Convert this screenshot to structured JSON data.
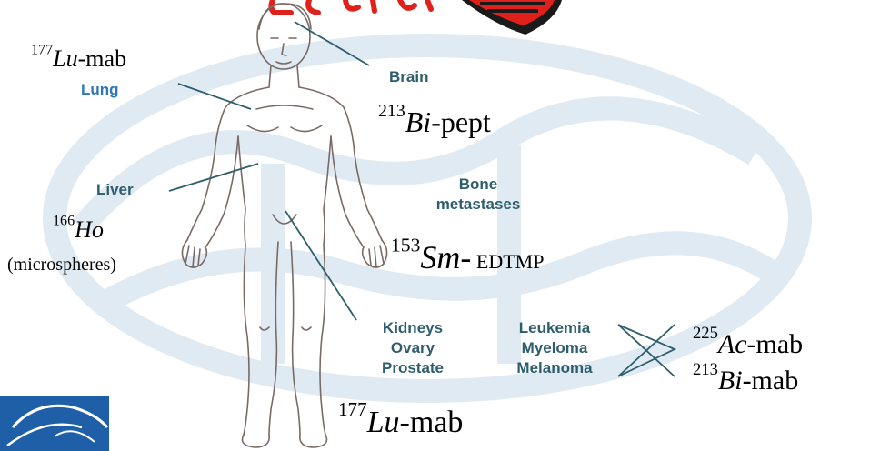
{
  "organs": {
    "brain": "Brain",
    "lung": "Lung",
    "liver": "Liver",
    "bone_line1": "Bone",
    "bone_line2": "metastases",
    "kidneys": "Kidneys",
    "ovary": "Ovary",
    "prostate": "Prostate",
    "leukemia": "Leukemia",
    "myeloma": "Myeloma",
    "melanoma": "Melanoma"
  },
  "isotopes": {
    "lu_mab_top": {
      "mass": "177",
      "symbol": "Lu",
      "suffix": "-mab"
    },
    "bi_pept": {
      "mass": "213",
      "symbol": "Bi",
      "suffix": "-pept"
    },
    "ho": {
      "mass": "166",
      "symbol": "Ho",
      "note": "(microspheres)"
    },
    "sm_edtmp": {
      "mass": "153",
      "symbol": "Sm",
      "dash": "-",
      "suffix": " EDTMP"
    },
    "ac_mab": {
      "mass": "225",
      "symbol": "Ac",
      "suffix": "-mab"
    },
    "bi_mab": {
      "mass": "213",
      "symbol": "Bi",
      "suffix": "-mab"
    },
    "lu_mab_bottom": {
      "mass": "177",
      "symbol": "Lu",
      "suffix": "-mab"
    }
  },
  "colors": {
    "organ_label": "#2e5e6e",
    "lung_label": "#2f78b4",
    "watermark": "#dde8f2",
    "logo_blue": "#1f5fa8",
    "emblem_red": "#e0201a",
    "emblem_dark": "#1a1a1a",
    "body_outline": "#7a6a66"
  },
  "icons": [
    "human-body-figure",
    "watermark-emblem",
    "logo-emblem",
    "red-emblem"
  ]
}
